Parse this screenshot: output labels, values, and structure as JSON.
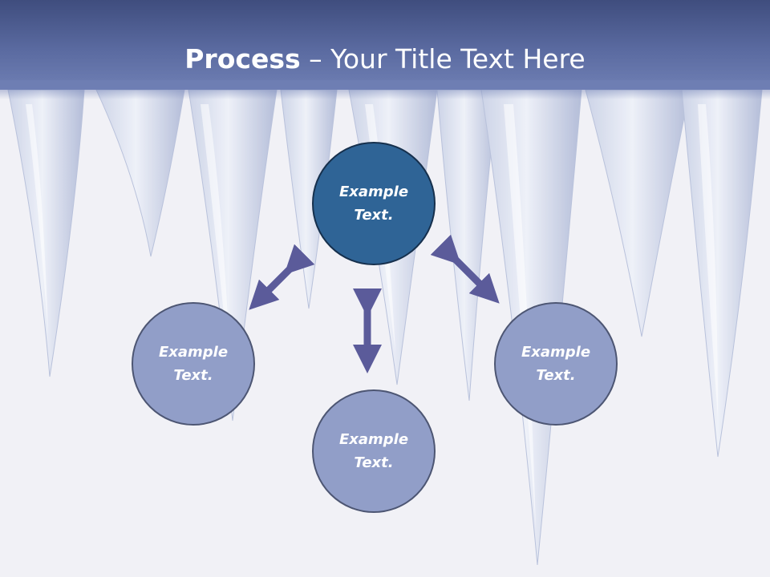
{
  "title": {
    "bold": "Process",
    "rest": " – Your Title Text Here"
  },
  "nodes": {
    "top": "Example\nText.",
    "left": "Example\nText.",
    "bottom": "Example\nText.",
    "right": "Example\nText."
  },
  "colors": {
    "header": "#5a6aa0",
    "main_circle": "#2f6496",
    "circle": "#919ec8",
    "arrow": "#5b5b9a"
  }
}
